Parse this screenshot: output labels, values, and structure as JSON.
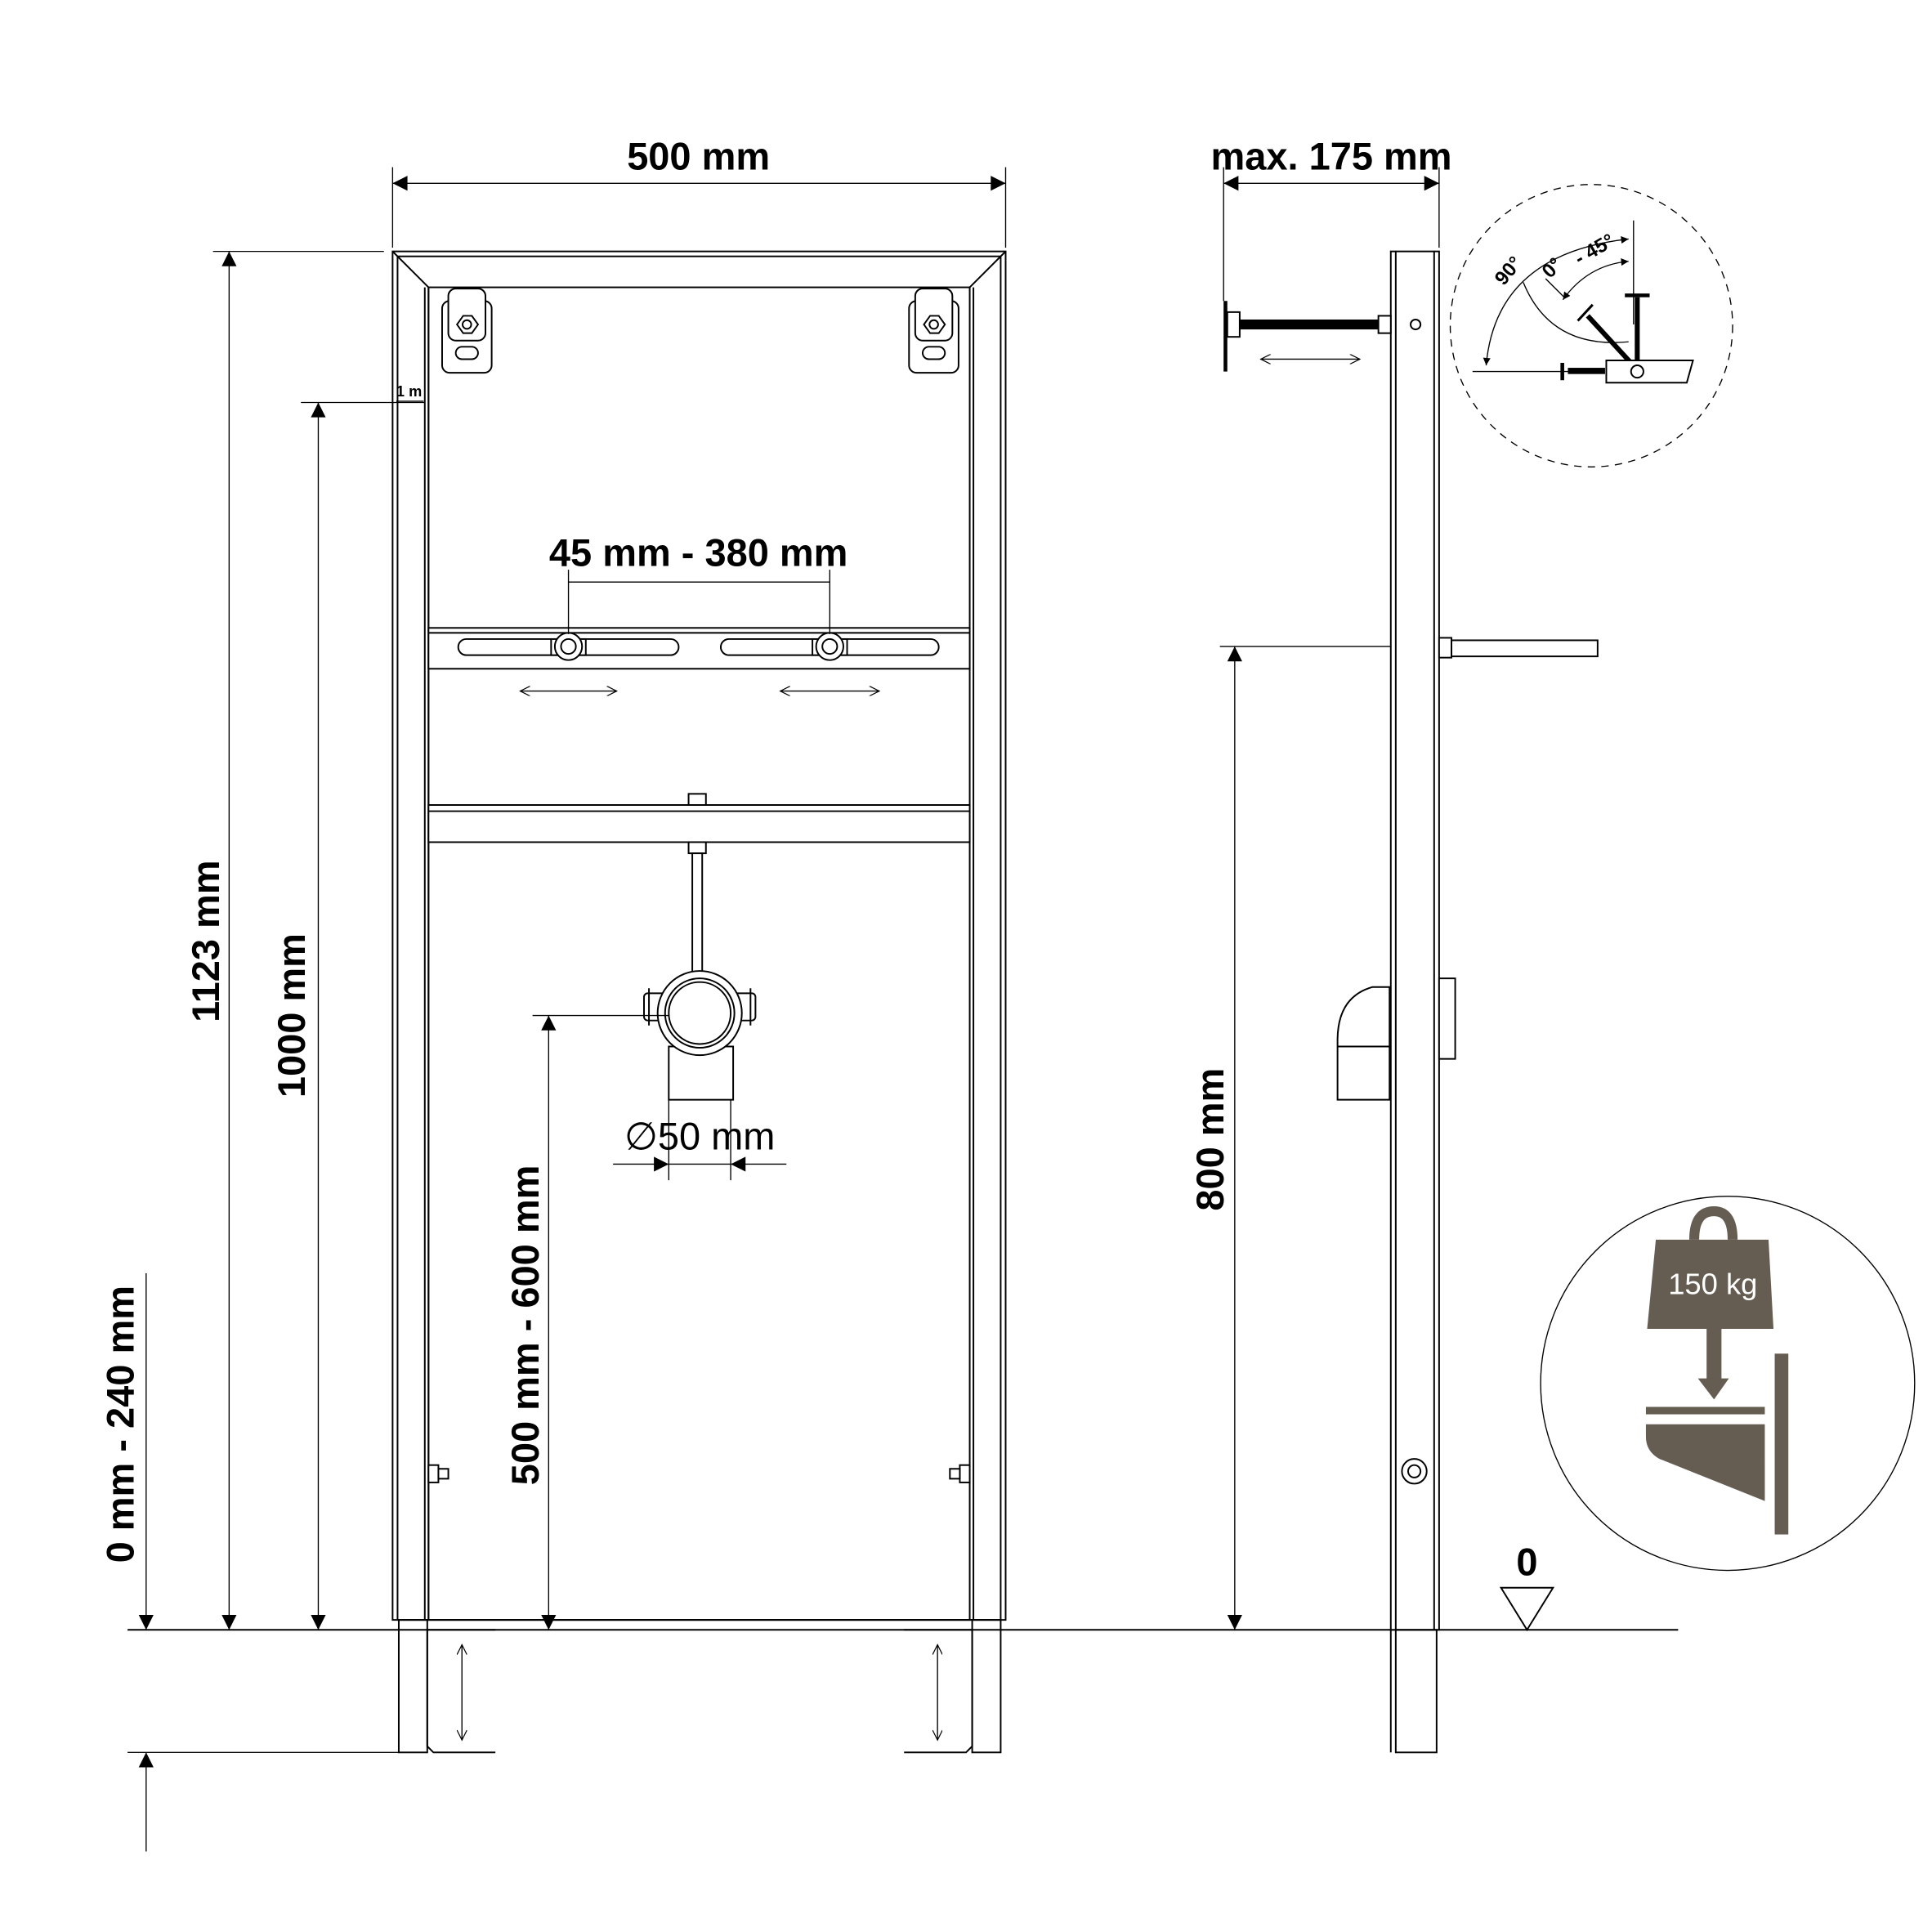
{
  "front_view": {
    "width_label": "500 mm",
    "height_total_label": "1123 mm",
    "height_1000_label": "1000 mm",
    "leg_adjust_label": "0 mm - 240 mm",
    "marker_label": "1 m",
    "supply_spacing_label": "45 mm - 380 mm",
    "drain_height_label": "500 mm - 600 mm",
    "drain_diameter_label": "∅50 mm"
  },
  "side_view": {
    "depth_label": "max. 175 mm",
    "supply_height_label": "800 mm",
    "floor_level_label": "0"
  },
  "angle_detail": {
    "angle_90_label": "90°",
    "angle_0_label": "0°",
    "angle_45_label": "- 45°"
  },
  "load_badge": {
    "load_label": "150 kg",
    "color": "#655c52"
  }
}
